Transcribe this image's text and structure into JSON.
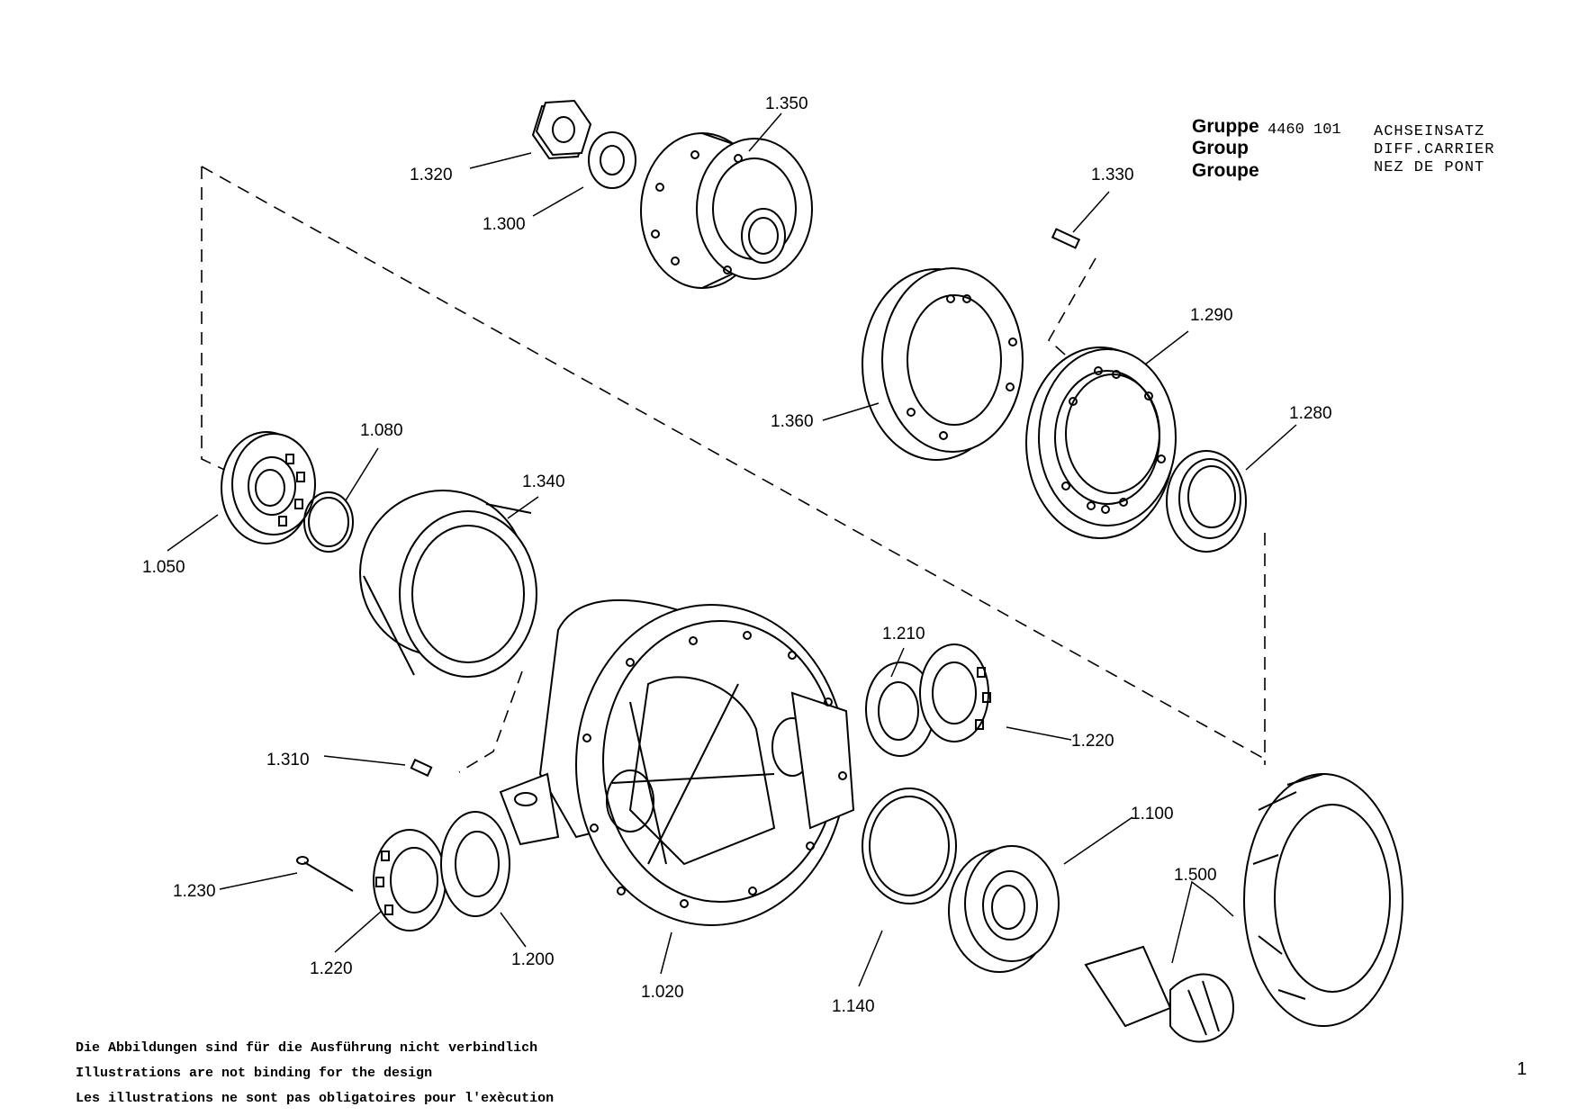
{
  "header": {
    "labels": [
      "Gruppe",
      "Group",
      "Groupe"
    ],
    "group_number": "4460 101",
    "names": [
      "ACHSEINSATZ",
      "DIFF.CARRIER",
      "NEZ DE PONT"
    ]
  },
  "parts": [
    {
      "id": "1.350"
    },
    {
      "id": "1.320"
    },
    {
      "id": "1.300"
    },
    {
      "id": "1.330"
    },
    {
      "id": "1.290"
    },
    {
      "id": "1.360"
    },
    {
      "id": "1.280"
    },
    {
      "id": "1.080"
    },
    {
      "id": "1.340"
    },
    {
      "id": "1.050"
    },
    {
      "id": "1.210"
    },
    {
      "id": "1.220"
    },
    {
      "id": "1.310"
    },
    {
      "id": "1.100"
    },
    {
      "id": "1.500"
    },
    {
      "id": "1.230"
    },
    {
      "id": "1.220"
    },
    {
      "id": "1.200"
    },
    {
      "id": "1.020"
    },
    {
      "id": "1.140"
    }
  ],
  "footer": {
    "de": "Die Abbildungen sind für die Ausführung nicht verbindlich",
    "en": "Illustrations are not binding for the design",
    "fr": "Les illustrations ne sont pas obligatoires pour l'exècution"
  },
  "page_number": "1"
}
